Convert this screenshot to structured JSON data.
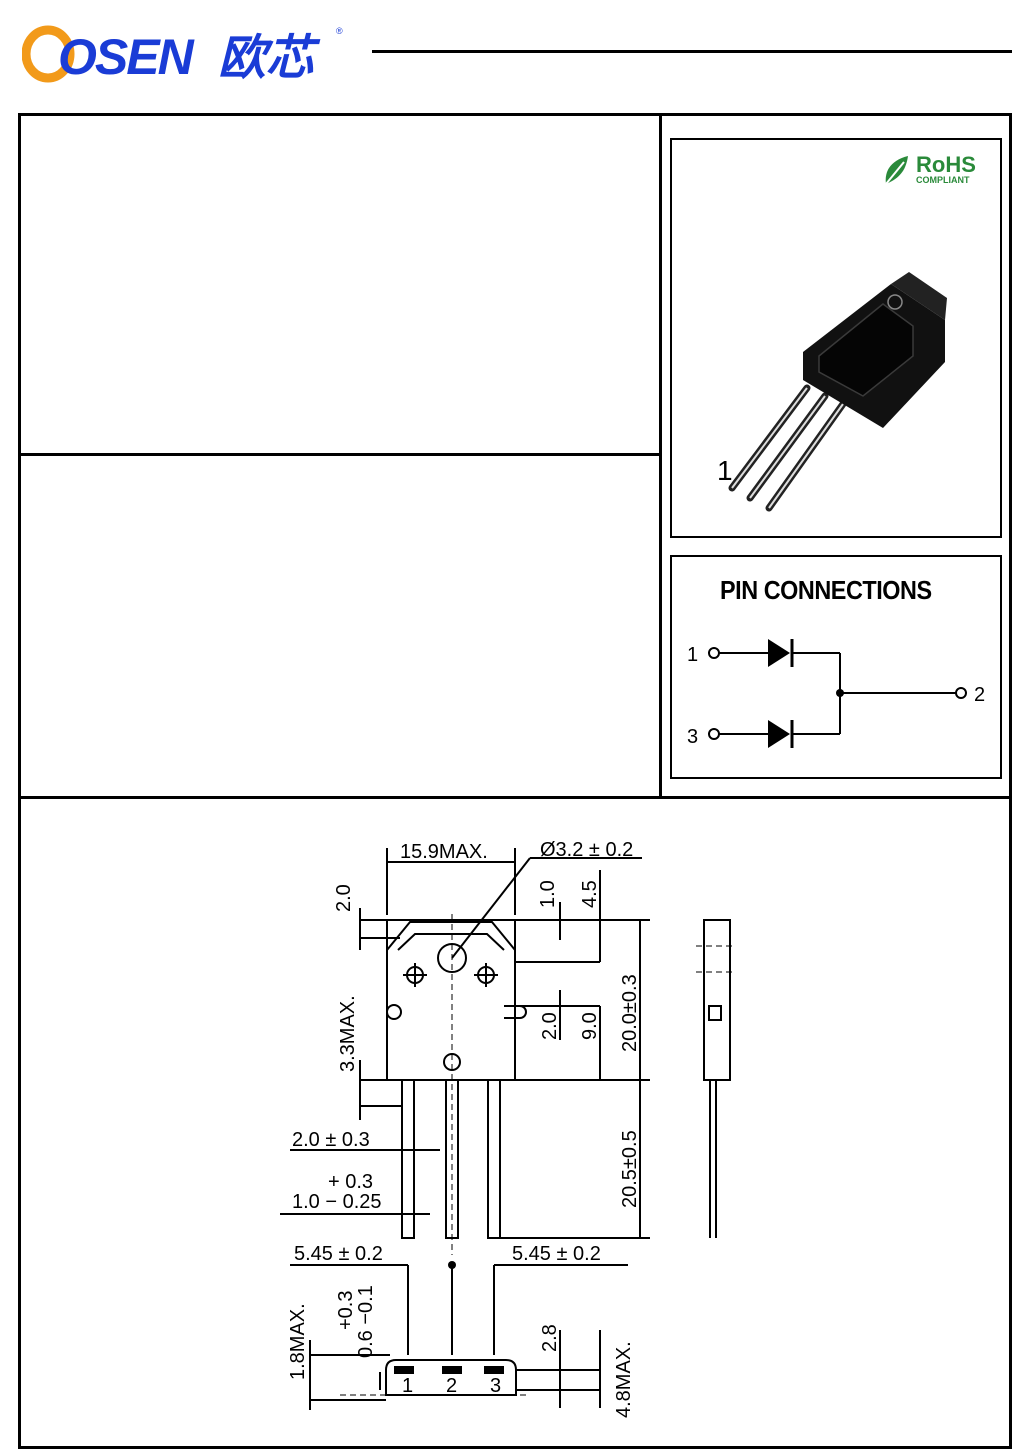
{
  "brand": {
    "latin": "OSEN",
    "chinese": "欧芯",
    "registered": "®"
  },
  "rohs": {
    "main": "RoHS",
    "sub": "COMPLIANT"
  },
  "package_image": {
    "pin_label": "1"
  },
  "pin_connections": {
    "title": "PIN CONNECTIONS",
    "pins": [
      "1",
      "3",
      "2"
    ]
  },
  "dimensions": {
    "d_15_9": "15.9MAX.",
    "d_hole": "Ø3.2 ± 0.2",
    "d_2_0_top": "2.0",
    "d_1_0": "1.0",
    "d_4_5": "4.5",
    "d_20_0": "20.0±0.3",
    "d_3_3": "3.3MAX.",
    "d_2_0_mid": "2.0",
    "d_9_0": "9.0",
    "d_20_5": "20.5±0.5",
    "d_lead_w": "2.0 ± 0.3",
    "d_lead_plus": "+ 0.3",
    "d_lead_base": "1.0 − 0.25",
    "d_pitch_left": "5.45 ± 0.2",
    "d_pitch_right": "5.45 ± 0.2",
    "d_1_8": "1.8MAX.",
    "d_tol_top": "+0.3",
    "d_tol_bot": "0.6 −0.1",
    "d_2_8": "2.8",
    "d_4_8": "4.8MAX.",
    "pin_1": "1",
    "pin_2": "2",
    "pin_3": "3"
  }
}
